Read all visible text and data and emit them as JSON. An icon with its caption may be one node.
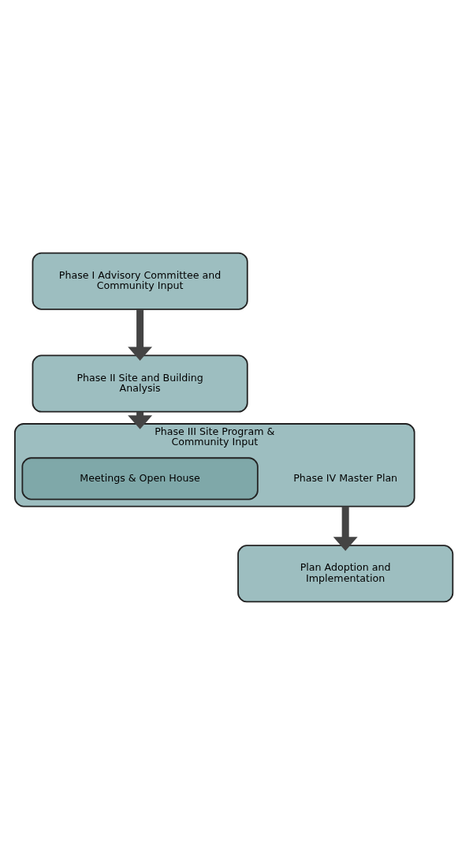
{
  "diagram": {
    "nodes": [
      {
        "text": [
          "Phase I Advisory Committee and Community Input"
        ]
      },
      {
        "text": [
          "Phase II Site and Building Analysis"
        ]
      },
      {
        "text": [
          "Phase III Site Program & Community Input",
          "Phase IV Master Plan"
        ]
      },
      {
        "text": [
          "Meetings & Open House"
        ],
        "in": 2
      },
      {
        "text": [
          "Plan Adoption and Implementation"
        ]
      }
    ],
    "edges": [
      {
        "from": 0,
        "to": 1,
        "arrow": "to"
      },
      {
        "from": 1,
        "to": 2,
        "arrow": "to"
      },
      {
        "from": 2,
        "to": 4,
        "arrow": "to"
      }
    ]
  }
}
